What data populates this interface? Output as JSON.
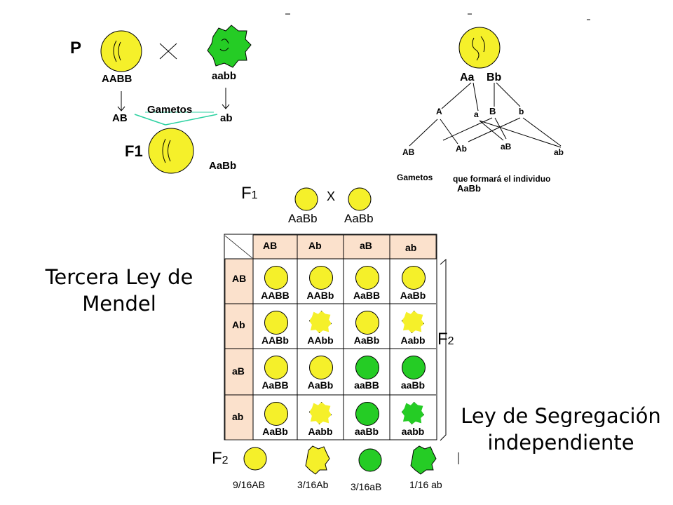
{
  "top_left": {
    "p_label": "P",
    "parent1_genotype": "AABB",
    "parent2_genotype": "aabb",
    "gamete1": "AB",
    "gamete2": "ab",
    "gametes_label": "Gametos",
    "f1_label": "F1",
    "f1_genotype": "AaBb"
  },
  "top_right": {
    "pair1": "Aa",
    "pair2": "Bb",
    "alleles": [
      "A",
      "a",
      "B",
      "b"
    ],
    "gametes": [
      "AB",
      "Ab",
      "aB",
      "ab"
    ],
    "gametes_label": "Gametos",
    "caption": "que formará el individuo",
    "genotype": "AaBb"
  },
  "cross": {
    "f1_label": "F",
    "f1_sub": "1",
    "x_label": "X",
    "parent_genotypes": [
      "AaBb",
      "AaBb"
    ]
  },
  "punnett": {
    "col_headers": [
      "AB",
      "Ab",
      "aB",
      "ab"
    ],
    "row_headers": [
      "AB",
      "Ab",
      "aB",
      "ab"
    ],
    "cells": [
      [
        {
          "g": "AABB",
          "color": "yellow",
          "shape": "round"
        },
        {
          "g": "AABb",
          "color": "yellow",
          "shape": "round"
        },
        {
          "g": "AaBB",
          "color": "yellow",
          "shape": "round"
        },
        {
          "g": "AaBb",
          "color": "yellow",
          "shape": "round"
        }
      ],
      [
        {
          "g": "AABb",
          "color": "yellow",
          "shape": "round"
        },
        {
          "g": "AAbb",
          "color": "yellow",
          "shape": "wrinkled"
        },
        {
          "g": "AaBb",
          "color": "yellow",
          "shape": "round"
        },
        {
          "g": "Aabb",
          "color": "yellow",
          "shape": "wrinkled"
        }
      ],
      [
        {
          "g": "AaBB",
          "color": "yellow",
          "shape": "round"
        },
        {
          "g": "AaBb",
          "color": "yellow",
          "shape": "round"
        },
        {
          "g": "aaBB",
          "color": "green",
          "shape": "round"
        },
        {
          "g": "aaBb",
          "color": "green",
          "shape": "round"
        }
      ],
      [
        {
          "g": "AaBb",
          "color": "yellow",
          "shape": "round"
        },
        {
          "g": "Aabb",
          "color": "yellow",
          "shape": "wrinkled"
        },
        {
          "g": "aaBb",
          "color": "green",
          "shape": "round"
        },
        {
          "g": "aabb",
          "color": "green",
          "shape": "wrinkled"
        }
      ]
    ],
    "f2_label": "F",
    "f2_sub": "2"
  },
  "ratios": {
    "f2_label": "F",
    "f2_sub": "2",
    "items": [
      "9/16AB",
      "3/16Ab",
      "3/16aB",
      "1/16 ab"
    ]
  },
  "titles": {
    "left_line1": "Tercera Ley de",
    "left_line2": "Mendel",
    "right_line1": "Ley de Segregación",
    "right_line2": "independiente"
  },
  "colors": {
    "pea_yellow": "#f5f02a",
    "pea_green": "#25cc25",
    "header_fill": "#fbe1cc",
    "gamete_line": "#2bd1a0"
  }
}
